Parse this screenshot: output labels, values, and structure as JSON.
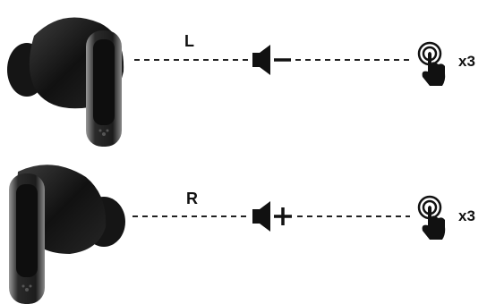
{
  "left": {
    "side_label": "L",
    "action_icon": "volume-down-icon",
    "gesture_icon": "triple-tap-icon",
    "count_label": "x3"
  },
  "right": {
    "side_label": "R",
    "action_icon": "volume-up-icon",
    "gesture_icon": "triple-tap-icon",
    "count_label": "x3"
  },
  "colors": {
    "line": "#222222",
    "earbud_body": "#1a1a1a",
    "earbud_stem": "#3a3a3a",
    "earbud_trim": "#8a8a8a"
  }
}
